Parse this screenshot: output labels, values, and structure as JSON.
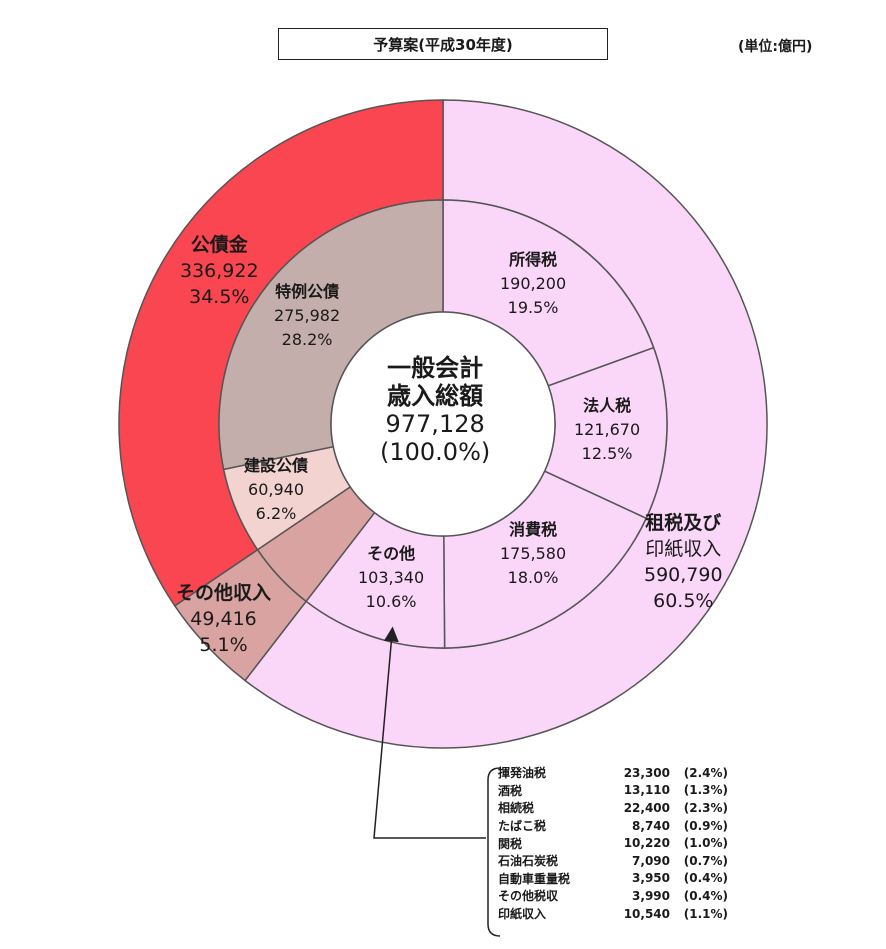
{
  "header": {
    "title": "予算案(平成30年度)",
    "unit": "(単位:億円)"
  },
  "chart_data": {
    "type": "pie",
    "center": {
      "line1": "一般会計",
      "line2": "歳入総額",
      "value": "977,128",
      "percent": "(100.0%)"
    },
    "outer_ring": [
      {
        "name": "租税及び",
        "name2": "印紙収入",
        "value": 590790,
        "value_label": "590,790",
        "percent": "60.5%",
        "color": "#fad6f8"
      },
      {
        "name": "その他収入",
        "name2": "",
        "value": 49416,
        "value_label": "49,416",
        "percent": "5.1%",
        "color": "#d9a3a1"
      },
      {
        "name": "公債金",
        "name2": "",
        "value": 336922,
        "value_label": "336,922",
        "percent": "34.5%",
        "color": "#fa4650"
      }
    ],
    "inner_ring": [
      {
        "name": "所得税",
        "value": 190200,
        "value_label": "190,200",
        "percent": "19.5%",
        "color": "#fad6f8"
      },
      {
        "name": "法人税",
        "value": 121670,
        "value_label": "121,670",
        "percent": "12.5%",
        "color": "#fad6f8"
      },
      {
        "name": "消費税",
        "value": 175580,
        "value_label": "175,580",
        "percent": "18.0%",
        "color": "#fad6f8"
      },
      {
        "name": "その他",
        "value": 103340,
        "value_label": "103,340",
        "percent": "10.6%",
        "color": "#fad6f8"
      },
      {
        "name": "",
        "value": 49416,
        "value_label": "",
        "percent": "",
        "color": "#d9a3a1"
      },
      {
        "name": "建設公債",
        "value": 60940,
        "value_label": "60,940",
        "percent": "6.2%",
        "color": "#f2d3cf"
      },
      {
        "name": "特例公債",
        "value": 275982,
        "value_label": "275,982",
        "percent": "28.2%",
        "color": "#c3aeab"
      }
    ],
    "other_breakdown": [
      {
        "name": "揮発油税",
        "value": "23,300",
        "percent": "(2.4%)"
      },
      {
        "name": "酒税",
        "value": "13,110",
        "percent": "(1.3%)"
      },
      {
        "name": "相続税",
        "value": "22,400",
        "percent": "(2.3%)"
      },
      {
        "name": "たばこ税",
        "value": "8,740",
        "percent": "(0.9%)"
      },
      {
        "name": "関税",
        "value": "10,220",
        "percent": "(1.0%)"
      },
      {
        "name": "石油石炭税",
        "value": "7,090",
        "percent": "(0.7%)"
      },
      {
        "name": "自動車重量税",
        "value": "3,950",
        "percent": "(0.4%)"
      },
      {
        "name": "その他税収",
        "value": "3,990",
        "percent": "(0.4%)"
      },
      {
        "name": "印紙収入",
        "value": "10,540",
        "percent": "(1.1%)"
      }
    ]
  }
}
